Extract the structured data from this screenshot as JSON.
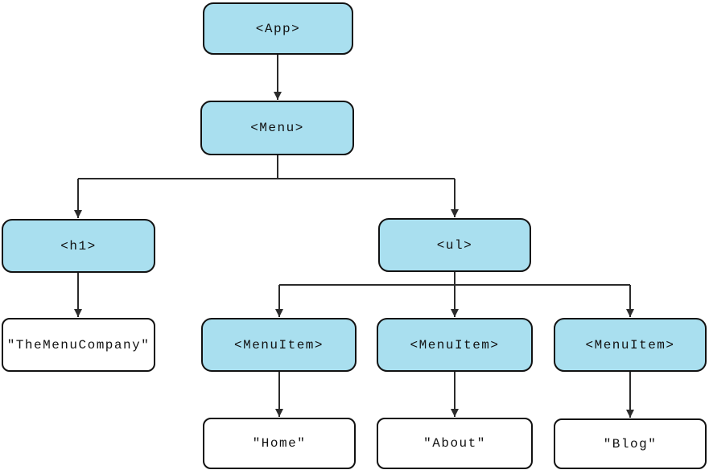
{
  "diagram": {
    "type": "tree",
    "description": "React component tree of rendered elements and their text children",
    "colors": {
      "component_node_fill": "#A9DFEF",
      "text_node_fill": "#FFFFFF",
      "node_border": "#121212",
      "connector": "#2B2B2B",
      "background": "#FFFFFF"
    },
    "nodes": {
      "app": {
        "label": "<App>",
        "kind": "component"
      },
      "menu": {
        "label": "<Menu>",
        "kind": "component"
      },
      "h1": {
        "label": "<h1>",
        "kind": "component"
      },
      "ul": {
        "label": "<ul>",
        "kind": "component"
      },
      "menuitem1": {
        "label": "<MenuItem>",
        "kind": "component"
      },
      "menuitem2": {
        "label": "<MenuItem>",
        "kind": "component"
      },
      "menuitem3": {
        "label": "<MenuItem>",
        "kind": "component"
      },
      "text_company": {
        "label": "\"TheMenuCompany\"",
        "kind": "text"
      },
      "text_home": {
        "label": "\"Home\"",
        "kind": "text"
      },
      "text_about": {
        "label": "\"About\"",
        "kind": "text"
      },
      "text_blog": {
        "label": "\"Blog\"",
        "kind": "text"
      }
    },
    "edges": [
      [
        "app",
        "menu"
      ],
      [
        "menu",
        "h1"
      ],
      [
        "menu",
        "ul"
      ],
      [
        "h1",
        "text_company"
      ],
      [
        "ul",
        "menuitem1"
      ],
      [
        "ul",
        "menuitem2"
      ],
      [
        "ul",
        "menuitem3"
      ],
      [
        "menuitem1",
        "text_home"
      ],
      [
        "menuitem2",
        "text_about"
      ],
      [
        "menuitem3",
        "text_blog"
      ]
    ]
  }
}
